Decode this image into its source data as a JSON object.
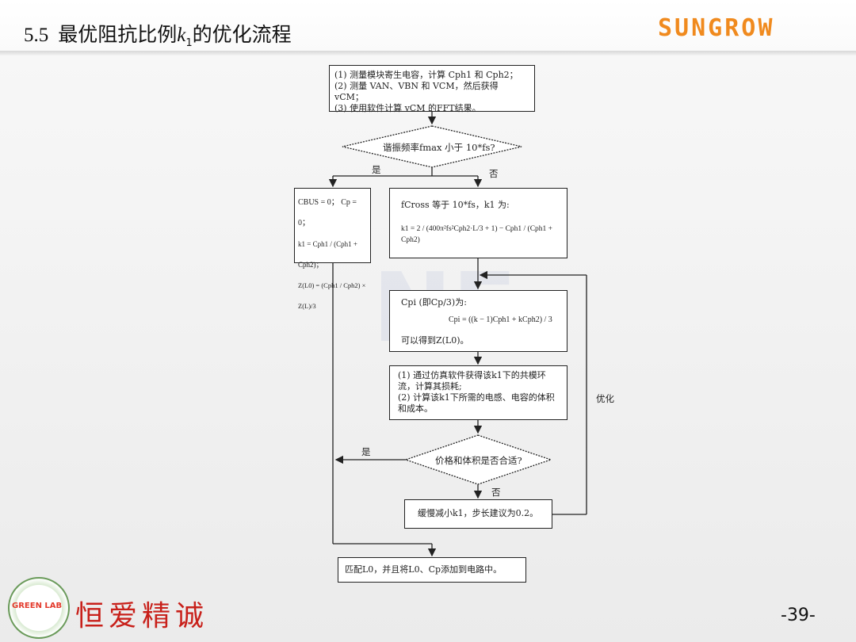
{
  "header": {
    "section_number": "5.5",
    "title_before": "最优阻抗比例",
    "title_var": "k",
    "title_sub": "1",
    "title_after": "的优化流程",
    "brand": "SUNGROW",
    "brand_color": "#f08a1e"
  },
  "flowchart": {
    "step1": [
      "(1) 测量模块寄生电容，计算 Cph1 和 Cph2；",
      "(2) 测量 VAN、VBN 和 VCM，然后获得 vCM；",
      "(3) 使用软件计算 vCM 的FFT结果。"
    ],
    "decision1": "谐振频率fmax 小于 10*fs?",
    "yes1": "是",
    "no1": "否",
    "left_box": [
      "CBUS = 0； Cp = 0；",
      "k1 = Cph1 / (Cph1 + Cph2)；",
      "Z(L0) = (Cph1 / Cph2) × Z(L)/3"
    ],
    "right_box_line1": "fCross 等于 10*fs，k1 为:",
    "right_box_formula": "k1 = 2 / (400π²fs²Cph2·L/3 + 1) − Cph1 / (Cph1 + Cph2)",
    "cpi_box_line1": "Cpi (即Cp/3)为:",
    "cpi_box_formula": "Cpi = ((k − 1)Cph1 + kCph2) / 3",
    "cpi_box_line2": "可以得到Z(L0)。",
    "sim_box": [
      "(1) 通过仿真软件获得该k1下的共模环流，计算其损耗;",
      "(2) 计算该k1下所需的电感、电容的体积和成本。"
    ],
    "optimize_label": "优化",
    "decision2": "价格和体积是否合适?",
    "yes2": "是",
    "no2": "否",
    "reduce_box": "缓慢减小k1，步长建议为0.2。",
    "final_box": "匹配L0，并且将L0、Cp添加到电路中。"
  },
  "footer": {
    "seal_text": "GREEN LAB",
    "calligraphy": "恒爱精诚",
    "page_number": "-39-",
    "watermark": "NE"
  }
}
